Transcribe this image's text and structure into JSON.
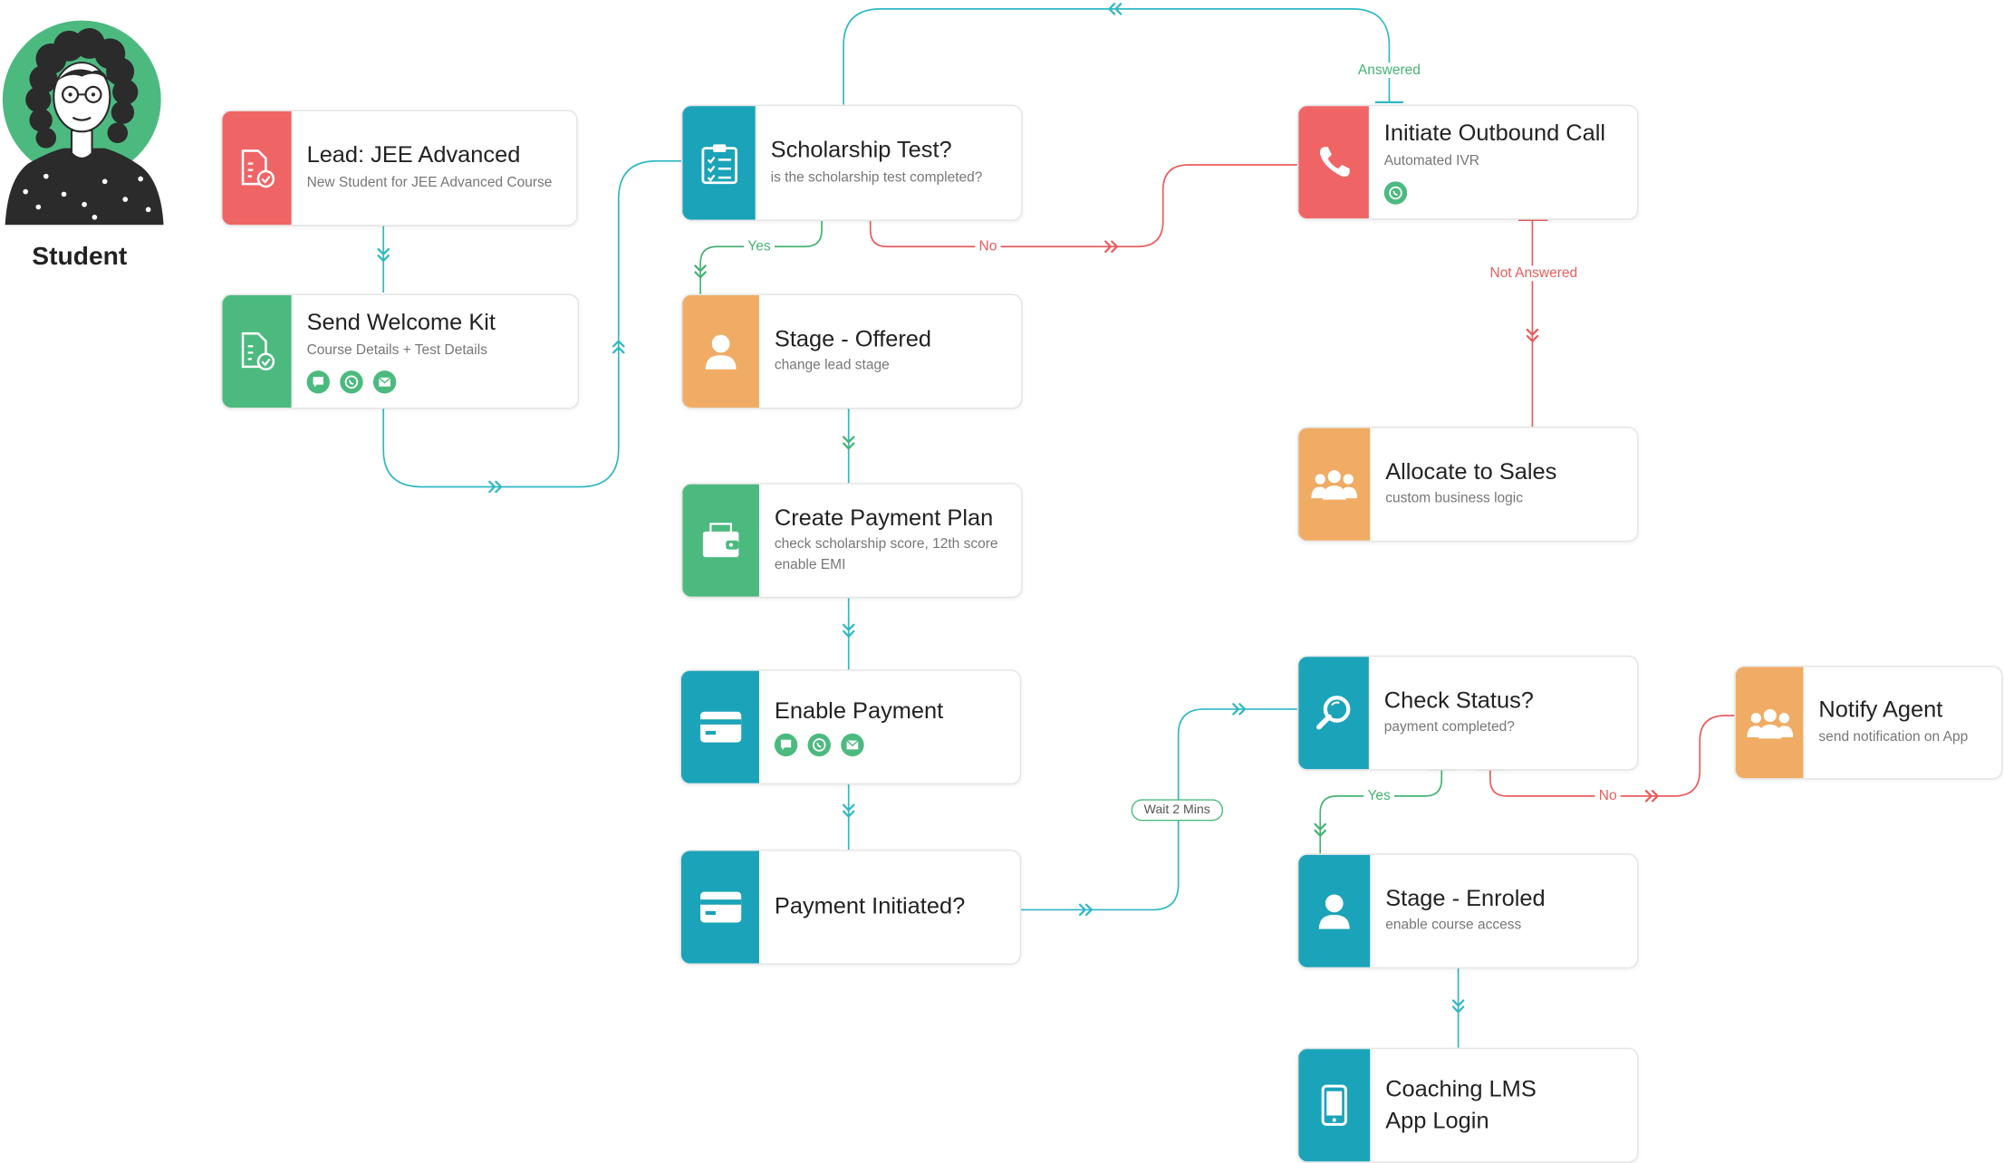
{
  "persona": {
    "label": "Student"
  },
  "labels": {
    "answered": "Answered",
    "not_answered": "Not Answered",
    "yes_1": "Yes",
    "no_1": "No",
    "yes_2": "Yes",
    "no_2": "No",
    "wait": "Wait 2 Mins"
  },
  "nodes": {
    "lead": {
      "title": "Lead: JEE Advanced",
      "subtitle": "New Student for JEE Advanced Course",
      "icon": "document-check-icon"
    },
    "welcome": {
      "title": "Send Welcome Kit",
      "subtitle": "Course Details + Test Details",
      "icon": "document-check-icon",
      "channels": [
        "chat-icon",
        "whatsapp-icon",
        "email-icon"
      ]
    },
    "scholarship": {
      "title": "Scholarship Test?",
      "subtitle": "is the scholarship test completed?",
      "icon": "clipboard-checklist-icon"
    },
    "offered": {
      "title": "Stage - Offered",
      "subtitle": "change lead stage",
      "icon": "user-icon"
    },
    "payment_plan": {
      "title": "Create Payment Plan",
      "subtitle": "check scholarship score, 12th score",
      "subtitle2": "enable EMI",
      "icon": "wallet-icon"
    },
    "enable_payment": {
      "title": "Enable Payment",
      "icon": "credit-card-icon",
      "channels": [
        "chat-icon",
        "whatsapp-icon",
        "email-icon"
      ]
    },
    "payment_initiated": {
      "title": "Payment Initiated?",
      "icon": "credit-card-icon"
    },
    "outbound_call": {
      "title": "Initiate Outbound Call",
      "subtitle": "Automated IVR",
      "icon": "phone-icon",
      "channels": [
        "whatsapp-icon"
      ]
    },
    "allocate_sales": {
      "title": "Allocate to Sales",
      "subtitle": "custom business logic",
      "icon": "group-icon"
    },
    "check_status": {
      "title": "Check Status?",
      "subtitle": "payment completed?",
      "icon": "magnifier-icon"
    },
    "notify_agent": {
      "title": "Notify Agent",
      "subtitle": "send notification on App",
      "icon": "group-icon"
    },
    "enroled": {
      "title": "Stage - Enroled",
      "subtitle": "enable course access",
      "icon": "user-icon"
    },
    "lms": {
      "title": "Coaching LMS",
      "title2": "App Login",
      "icon": "mobile-phone-icon"
    }
  },
  "colors": {
    "red": "#ef6566",
    "green": "#4cba7f",
    "teal": "#1ba3b9",
    "orange": "#f0ac64",
    "flow_teal": "#30b8c4",
    "flow_green": "#46b272",
    "flow_red": "#e85d5d"
  }
}
